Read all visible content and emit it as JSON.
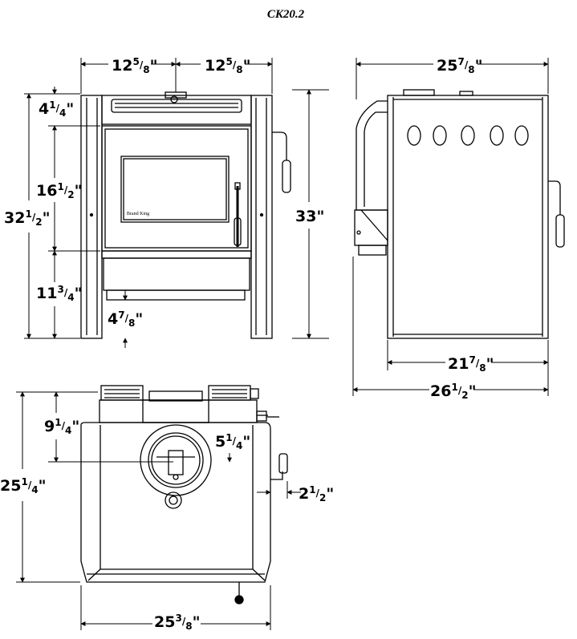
{
  "title": "CK20.2",
  "brand_text": "Brand King",
  "dimensions": {
    "front_left_width": "12 5/8\"",
    "front_right_width": "12 5/8\"",
    "front_top_offset": "4 1/4\"",
    "front_door_height": "16 1/2\"",
    "front_lower_height": "11 3/4\"",
    "front_total_height": "32 1/2\"",
    "front_overall_height": "33\"",
    "front_ash_height": "4 7/8\"",
    "side_top_depth": "25 7/8\"",
    "side_base_depth": "21 7/8\"",
    "side_overall_depth": "26 1/2\"",
    "top_flue_offset": "9 1/4\"",
    "top_flue_diameter": "5 1/4\"",
    "top_handle_offset": "2 1/2\"",
    "top_total_depth": "25 1/4\"",
    "top_width": "25 3/8\""
  },
  "labels": {
    "d1": {
      "whole": "12",
      "num": "5",
      "den": "8"
    },
    "d2": {
      "whole": "12",
      "num": "5",
      "den": "8"
    },
    "d3": {
      "whole": "4",
      "num": "1",
      "den": "4"
    },
    "d4": {
      "whole": "16",
      "num": "1",
      "den": "2"
    },
    "d5": {
      "whole": "32",
      "num": "1",
      "den": "2"
    },
    "d6": {
      "whole": "11",
      "num": "3",
      "den": "4"
    },
    "d7": {
      "whole": "4",
      "num": "7",
      "den": "8"
    },
    "d8": {
      "whole": "33",
      "num": "",
      "den": ""
    },
    "d9": {
      "whole": "25",
      "num": "7",
      "den": "8"
    },
    "d10": {
      "whole": "21",
      "num": "7",
      "den": "8"
    },
    "d11": {
      "whole": "26",
      "num": "1",
      "den": "2"
    },
    "d12": {
      "whole": "9",
      "num": "1",
      "den": "4"
    },
    "d13": {
      "whole": "5",
      "num": "1",
      "den": "4"
    },
    "d14": {
      "whole": "2",
      "num": "1",
      "den": "2"
    },
    "d15": {
      "whole": "25",
      "num": "1",
      "den": "4"
    },
    "d16": {
      "whole": "25",
      "num": "3",
      "den": "8"
    }
  }
}
